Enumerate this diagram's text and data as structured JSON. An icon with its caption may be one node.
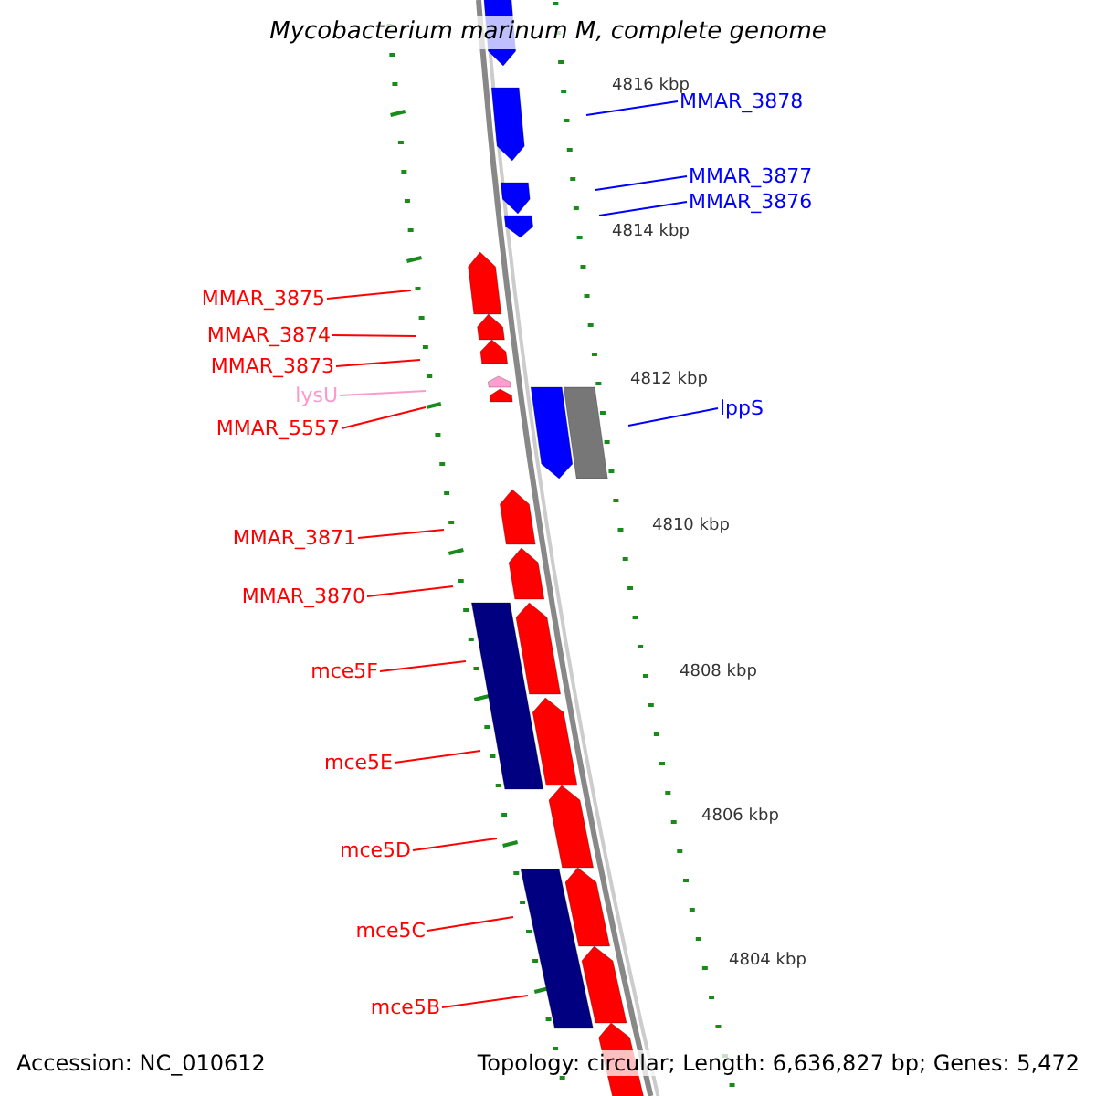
{
  "diagram": {
    "title": "Mycobacterium marinum M, complete genome",
    "nodes": [
      {
        "text": [
          "MMAR_3878"
        ]
      },
      {
        "text": [
          "MMAR_3877"
        ]
      },
      {
        "text": [
          "MMAR_3876"
        ]
      },
      {
        "text": [
          "MMAR_3875"
        ]
      },
      {
        "text": [
          "MMAR_3874"
        ]
      },
      {
        "text": [
          "MMAR_3873"
        ]
      },
      {
        "text": [
          "lysU"
        ]
      },
      {
        "text": [
          "lppS"
        ]
      },
      {
        "text": [
          "MMAR_5557"
        ]
      },
      {
        "text": [
          "MMAR_3871"
        ]
      },
      {
        "text": [
          "MMAR_3870"
        ]
      },
      {
        "text": [
          "mce5F"
        ]
      },
      {
        "text": [
          "mce5E"
        ]
      },
      {
        "text": [
          "mce5D"
        ]
      },
      {
        "text": [
          "mce5C"
        ]
      },
      {
        "text": [
          "mce5B"
        ]
      }
    ],
    "edges": [
      {
        "from": 0,
        "to": null,
        "arrow": "none",
        "color": "#0000ff"
      },
      {
        "from": 1,
        "to": null,
        "arrow": "none",
        "color": "#0000ff"
      },
      {
        "from": 2,
        "to": null,
        "arrow": "none",
        "color": "#0000ff"
      },
      {
        "from": 3,
        "to": null,
        "arrow": "none"
      },
      {
        "from": 4,
        "to": null,
        "arrow": "none"
      },
      {
        "from": 5,
        "to": null,
        "arrow": "none"
      },
      {
        "from": 6,
        "to": null,
        "arrow": "none",
        "color": "#ff99cc"
      },
      {
        "from": 7,
        "to": null,
        "arrow": "none",
        "color": "#0000ff"
      },
      {
        "from": 8,
        "to": null,
        "arrow": "none"
      },
      {
        "from": 9,
        "to": null,
        "arrow": "none"
      },
      {
        "from": 10,
        "to": null,
        "arrow": "none"
      },
      {
        "from": 11,
        "to": null,
        "arrow": "none"
      },
      {
        "from": 12,
        "to": null,
        "arrow": "none"
      },
      {
        "from": 13,
        "to": null,
        "arrow": "none"
      },
      {
        "from": 14,
        "to": null,
        "arrow": "none"
      },
      {
        "from": 15,
        "to": null,
        "arrow": "none"
      }
    ],
    "labels": [
      "4816 kbp",
      "4814 kbp",
      "4812 kbp",
      "4810 kbp",
      "4808 kbp",
      "4806 kbp",
      "4804 kbp",
      "Accession: NC_010612",
      "Topology: circular; Length: 6,636,827 bp; Genes: 5,472"
    ]
  }
}
